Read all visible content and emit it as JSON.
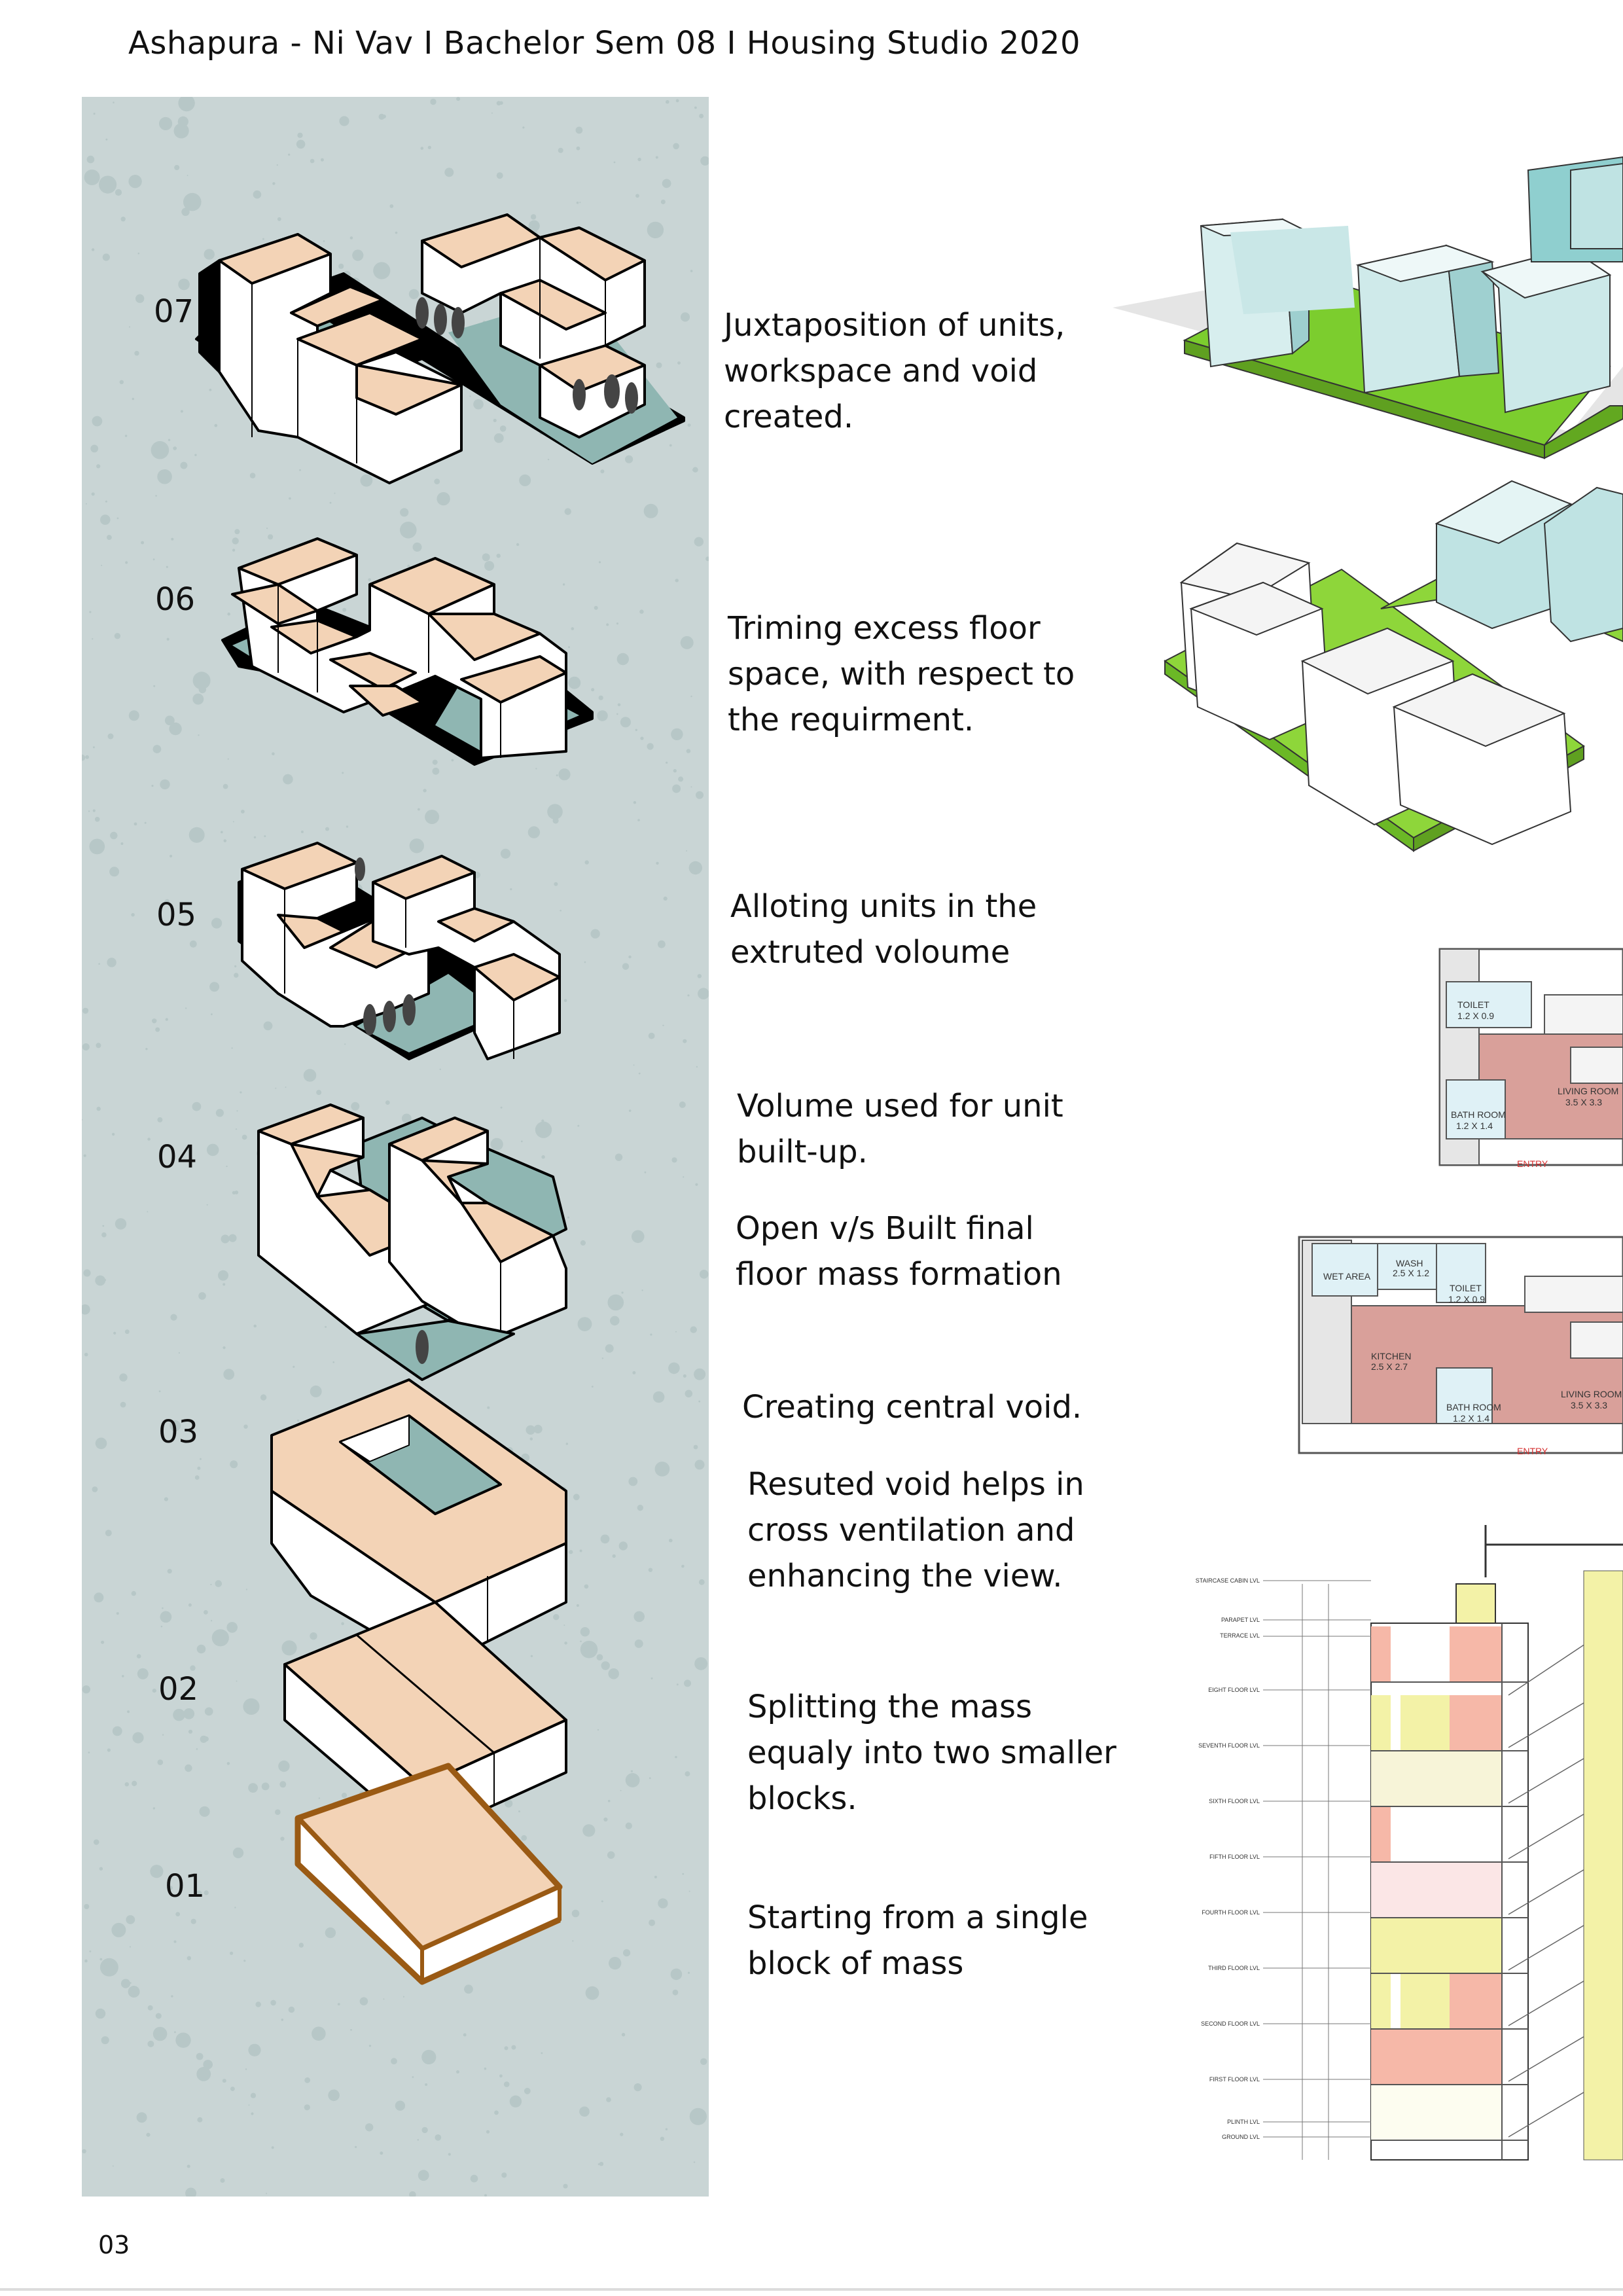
{
  "header": {
    "title": "Ashapura - Ni Vav I Bachelor Sem 08 I Housing Studio 2020"
  },
  "page_number": "03",
  "steps": [
    {
      "number": "07",
      "caption": [
        "Juxtaposition of units,",
        "workspace and void",
        "created."
      ]
    },
    {
      "number": "06",
      "caption": [
        "Triming excess floor",
        "space, with respect to",
        "the requirment."
      ]
    },
    {
      "number": "05",
      "caption": [
        "Alloting units in the",
        "extruted voloume"
      ]
    },
    {
      "number": "04",
      "caption": [
        "Volume used for unit",
        "built-up."
      ],
      "caption2": [
        "Open v/s Built final",
        "floor mass formation"
      ]
    },
    {
      "number": "03",
      "caption": [
        "Creating central void."
      ],
      "caption2": [
        "Resuted void helps in",
        "cross ventilation and",
        "enhancing the view."
      ]
    },
    {
      "number": "02",
      "caption": [
        "Splitting the mass",
        "equaly into two smaller",
        "blocks."
      ]
    },
    {
      "number": "01",
      "caption": [
        "Starting from a single",
        "block of mass"
      ]
    }
  ],
  "plan1": {
    "rooms": [
      "TOILET",
      "1.2 X 0.9",
      "BATH ROOM",
      "1.2 X 1.4",
      "LIVING ROOM",
      "3.5 X 3.3",
      "ENTRY"
    ]
  },
  "plan2": {
    "rooms": [
      "WET AREA",
      "WASH",
      "2.5 X 1.2",
      "TOILET",
      "1.2 X 0.9",
      "KITCHEN",
      "2.5 X 2.7",
      "BATH ROOM",
      "1.2 X 1.4",
      "LIVING ROOM",
      "3.5 X 3.3",
      "ENTRY"
    ]
  },
  "section": {
    "levels": [
      "STAIRCASE CABIN LVL",
      "PARAPET LVL",
      "TERRACE LVL",
      "EIGHT FLOOR LVL",
      "SEVENTH FLOOR LVL",
      "SIXTH FLOOR LVL",
      "FIFTH FLOOR LVL",
      "FOURTH FLOOR LVL",
      "THIRD FLOOR LVL",
      "SECOND FLOOR LVL",
      "FIRST FLOOR LVL",
      "PLINTH LVL",
      "GROUND LVL"
    ]
  },
  "colors": {
    "strip": "#c9d5d5",
    "top_face": "#f3d3b6",
    "side_face": "#ffffff",
    "void": "#8fb6b2",
    "outline_01": "#9a5a14",
    "green_base": "#7ccd2e",
    "teal_block": "#bfe3e3"
  }
}
